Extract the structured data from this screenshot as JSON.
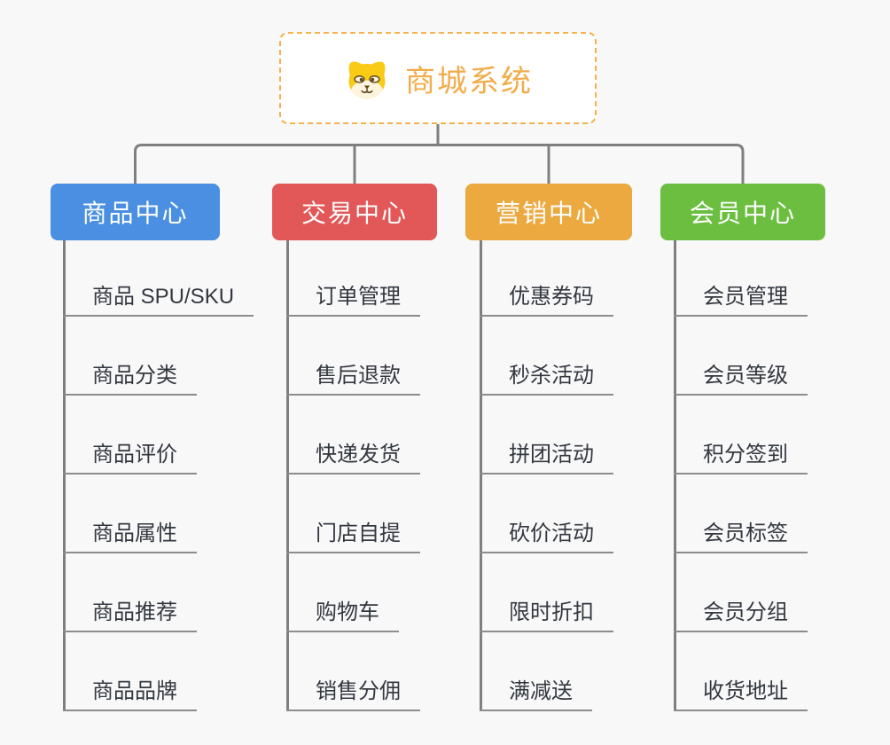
{
  "page": {
    "background": "#f8f8f8"
  },
  "root": {
    "title": "商城系统",
    "icon": "dog-icon",
    "title_color": "#f2ac4a",
    "border_color": "#f5b04f"
  },
  "connector_color": "#7f7f7f",
  "branches": [
    {
      "label": "商品中心",
      "color": "#4a8fe2",
      "children": [
        "商品 SPU/SKU",
        "商品分类",
        "商品评价",
        "商品属性",
        "商品推荐",
        "商品品牌"
      ]
    },
    {
      "label": "交易中心",
      "color": "#e25757",
      "children": [
        "订单管理",
        "售后退款",
        "快递发货",
        "门店自提",
        "购物车",
        "销售分佣"
      ]
    },
    {
      "label": "营销中心",
      "color": "#eba93f",
      "children": [
        "优惠券码",
        "秒杀活动",
        "拼团活动",
        "砍价活动",
        "限时折扣",
        "满减送"
      ]
    },
    {
      "label": "会员中心",
      "color": "#6cbe40",
      "children": [
        "会员管理",
        "会员等级",
        "积分签到",
        "会员标签",
        "会员分组",
        "收货地址"
      ]
    }
  ]
}
